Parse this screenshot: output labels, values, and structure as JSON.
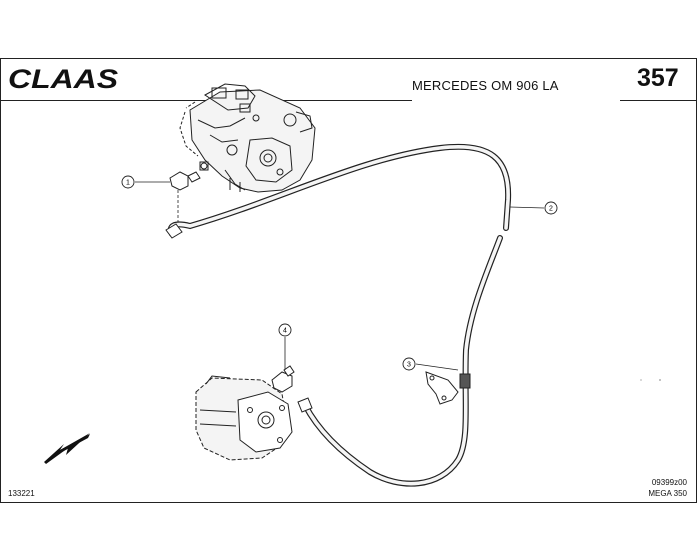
{
  "header": {
    "brand": "CLAAS",
    "title": "MERCEDES OM 906 LA",
    "page_number": "357"
  },
  "footer": {
    "doc_number": "133221",
    "drawing_code": "09399z00",
    "model": "MEGA 350"
  },
  "callouts": [
    {
      "number": "1"
    },
    {
      "number": "2"
    },
    {
      "number": "3"
    },
    {
      "number": "4"
    }
  ],
  "icons": {
    "direction_arrow": "front-direction-arrow-icon"
  }
}
